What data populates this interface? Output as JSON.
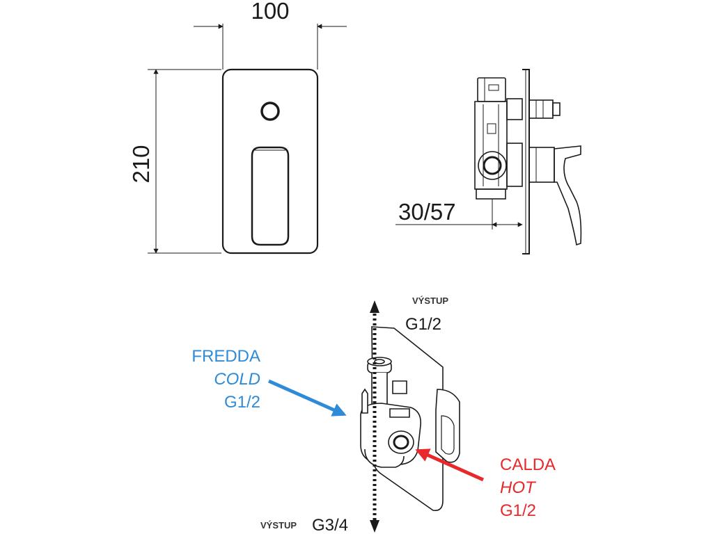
{
  "dimensions": {
    "width": "100",
    "height": "210",
    "depth": "30/57"
  },
  "outlets": {
    "top_label": "VÝSTUP",
    "top_thread": "G1/2",
    "bottom_label": "VÝSTUP",
    "bottom_thread": "G3/4"
  },
  "inlets": {
    "cold": {
      "name_it": "FREDDA",
      "name_en": "COLD",
      "thread": "G1/2"
    },
    "hot": {
      "name_it": "CALDA",
      "name_en": "HOT",
      "thread": "G1/2"
    }
  },
  "colors": {
    "cold": "#2e8bd8",
    "hot": "#e8282b",
    "line": "#1a1a1a"
  }
}
